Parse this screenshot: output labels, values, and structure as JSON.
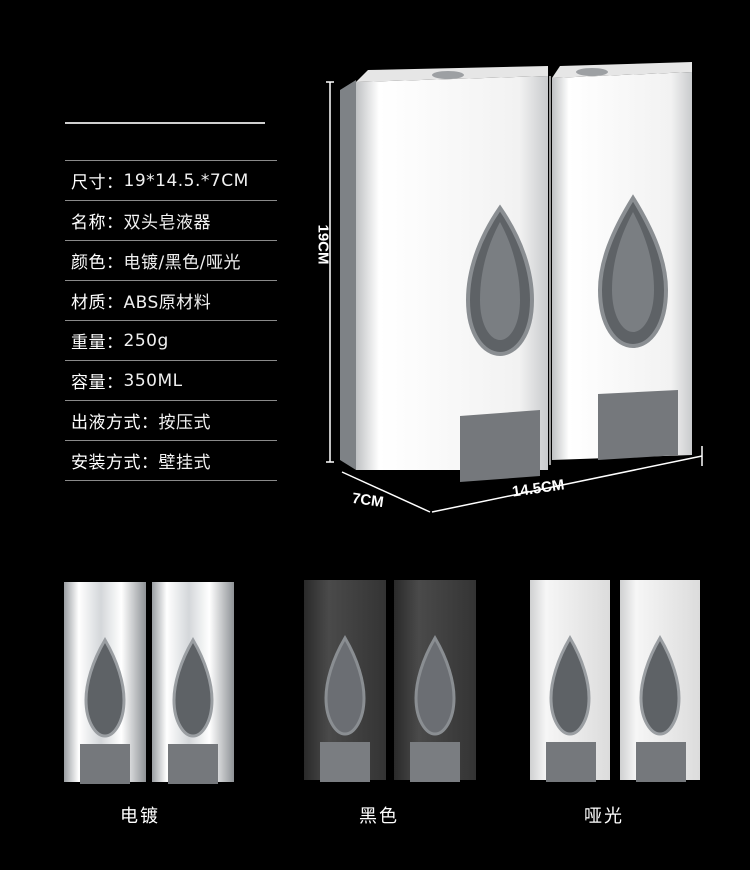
{
  "specs": [
    {
      "key": "尺寸：",
      "value": "19*14.5.*7CM"
    },
    {
      "key": "名称：",
      "value": "双头皂液器"
    },
    {
      "key": "颜色：",
      "value": "电镀/黑色/哑光"
    },
    {
      "key": "材质：",
      "value": "ABS原材料"
    },
    {
      "key": "重量：",
      "value": "250g"
    },
    {
      "key": "容量：",
      "value": "350ML"
    },
    {
      "key": "出液方式：",
      "value": "按压式"
    },
    {
      "key": "安装方式：",
      "value": "壁挂式"
    }
  ],
  "dimensions": {
    "height": "19CM",
    "depth": "7CM",
    "width": "14.5CM"
  },
  "variants": [
    {
      "label": "电镀",
      "body_color": "#d9d9d9"
    },
    {
      "label": "黑色",
      "body_color": "#3a3a3a"
    },
    {
      "label": "哑光",
      "body_color": "#ececec"
    }
  ],
  "colors": {
    "background": "#000000",
    "window": "#6b6e73",
    "button": "#75787c"
  }
}
